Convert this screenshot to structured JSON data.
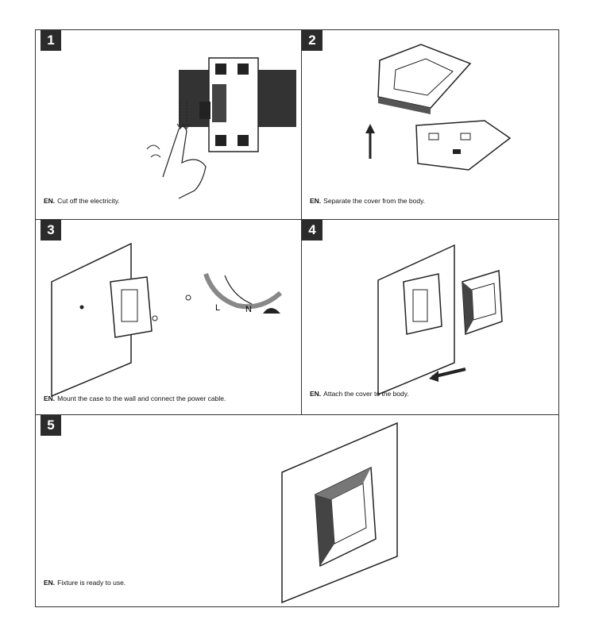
{
  "steps": [
    {
      "number": "1",
      "lang": "EN.",
      "text": "Cut off the electricity."
    },
    {
      "number": "2",
      "lang": "EN.",
      "text": "Separate the cover from the body."
    },
    {
      "number": "3",
      "lang": "EN.",
      "text": "Mount the case to the wall and connect the power cable."
    },
    {
      "number": "4",
      "lang": "EN.",
      "text": "Attach the cover to the body."
    },
    {
      "number": "5",
      "lang": "EN.",
      "text": "Fixture is ready to use."
    }
  ],
  "wire_labels": {
    "live": "L",
    "neutral": "N"
  }
}
